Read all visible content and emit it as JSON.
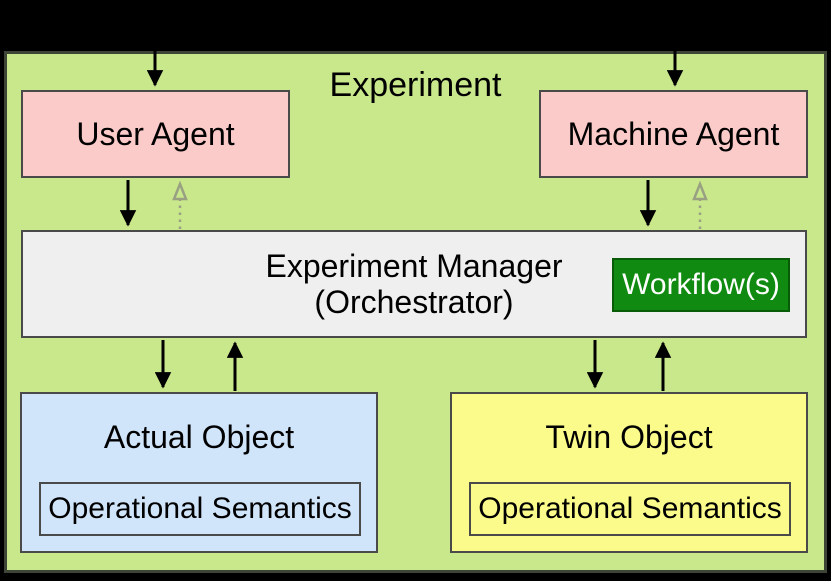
{
  "diagram": {
    "title": "Experiment",
    "nodes": {
      "user_agent": {
        "label": "User Agent"
      },
      "machine_agent": {
        "label": "Machine Agent"
      },
      "experiment_manager": {
        "label_line1": "Experiment Manager",
        "label_line2": "(Orchestrator)"
      },
      "workflow": {
        "label": "Workflow(s)"
      },
      "actual_object": {
        "label": "Actual Object",
        "sub_label": "Operational Semantics"
      },
      "twin_object": {
        "label": "Twin Object",
        "sub_label": "Operational Semantics"
      }
    },
    "edges": [
      {
        "from": "outside-top",
        "to": "user_agent",
        "style": "solid-arrow-down"
      },
      {
        "from": "outside-top",
        "to": "machine_agent",
        "style": "solid-arrow-down"
      },
      {
        "from": "user_agent",
        "to": "experiment_manager",
        "style": "solid-arrow-down"
      },
      {
        "from": "experiment_manager",
        "to": "user_agent",
        "style": "dotted-arrow-up"
      },
      {
        "from": "machine_agent",
        "to": "experiment_manager",
        "style": "solid-arrow-down"
      },
      {
        "from": "experiment_manager",
        "to": "machine_agent",
        "style": "dotted-arrow-up"
      },
      {
        "from": "experiment_manager",
        "to": "actual_object",
        "style": "solid-arrow-down"
      },
      {
        "from": "actual_object",
        "to": "experiment_manager",
        "style": "solid-arrow-up"
      },
      {
        "from": "experiment_manager",
        "to": "twin_object",
        "style": "solid-arrow-down"
      },
      {
        "from": "twin_object",
        "to": "experiment_manager",
        "style": "solid-arrow-up"
      }
    ],
    "colors": {
      "canvas_background": "#000000",
      "panel_background": "#c9e88c",
      "panel_border": "#3e4537",
      "agent_fill": "#fbcbca",
      "manager_fill": "#efefef",
      "workflow_fill": "#108a10",
      "workflow_border": "#085c08",
      "workflow_text": "#ffffff",
      "actual_fill": "#d0e4fa",
      "twin_fill": "#fbfb8c",
      "box_border": "#4a4a4a",
      "arrow_color": "#000000",
      "dotted_arrow_color": "#9aa183",
      "text_color": "#000000"
    }
  }
}
